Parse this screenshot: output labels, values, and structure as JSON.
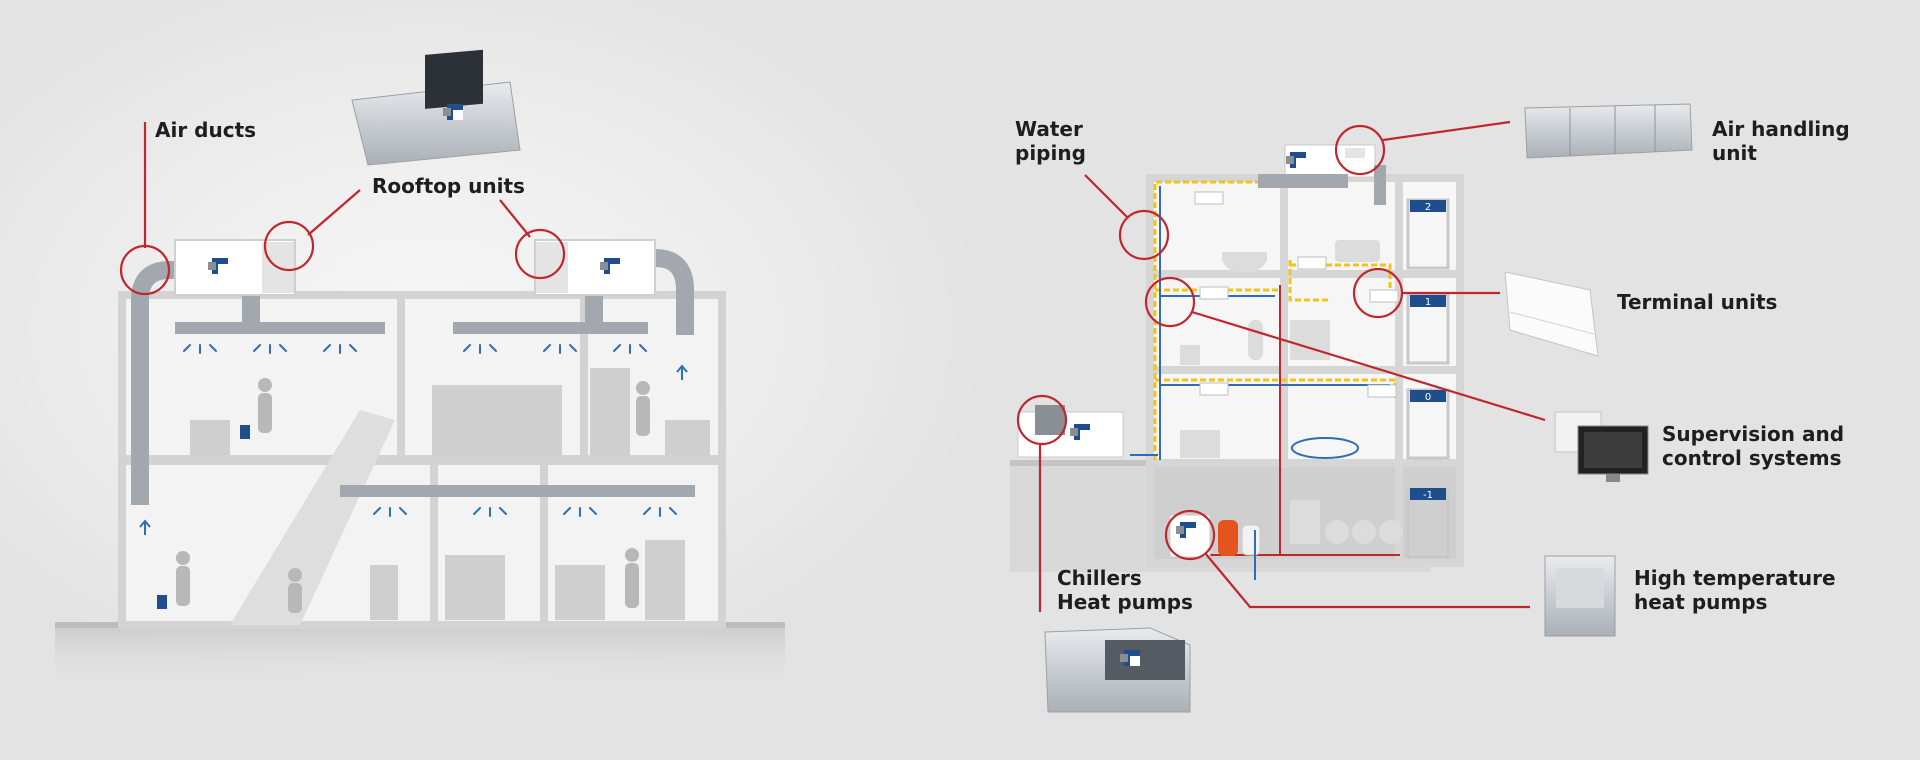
{
  "labels": {
    "air_ducts": "Air ducts",
    "rooftop_units": "Rooftop units",
    "water_piping": [
      "Water",
      "piping"
    ],
    "air_handling_unit": [
      "Air handling",
      "unit"
    ],
    "terminal_units": "Terminal units",
    "supervision": [
      "Supervision and",
      "control systems"
    ],
    "chillers": [
      "Chillers",
      "Heat pumps"
    ],
    "high_temp": [
      "High temperature",
      "heat pumps"
    ]
  },
  "floors": [
    "2",
    "1",
    "0",
    "-1"
  ],
  "colors": {
    "callout": "#c0262d",
    "brand_blue": "#1f4e8c",
    "structure": "#d3d3d3",
    "duct": "#9ea4aa",
    "water_pipe": "#f0c419",
    "supply_pipe": "#2f6db5"
  },
  "icons": [
    "logo-icon",
    "airflow-icon",
    "person-icon",
    "elevator-icon"
  ]
}
